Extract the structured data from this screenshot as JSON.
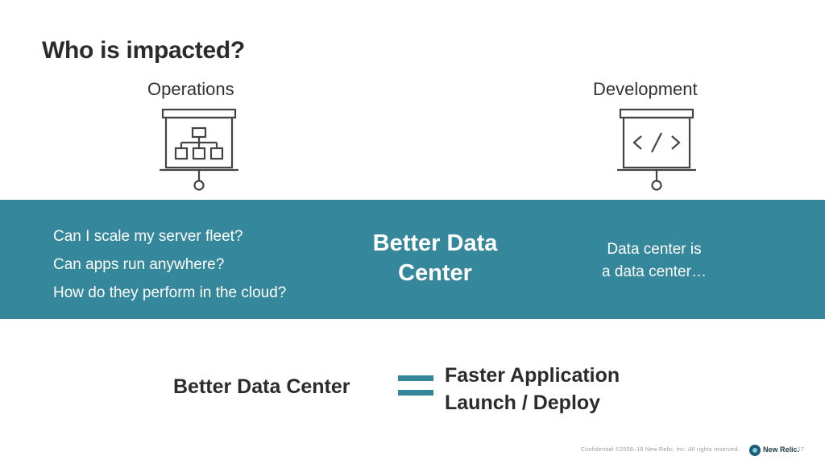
{
  "slide": {
    "title": "Who is impacted?"
  },
  "columns": {
    "operations": {
      "label": "Operations",
      "icon": "org-chart-presentation-board-icon"
    },
    "development": {
      "label": "Development",
      "icon": "code-presentation-board-icon"
    }
  },
  "band": {
    "color": "#35879b",
    "questions": [
      "Can I scale my server fleet?",
      "Can apps run anywhere?",
      "How do they perform in the cloud?"
    ],
    "center_line1": "Better Data",
    "center_line2": "Center",
    "right_line1": "Data center is",
    "right_line2": "a data center…"
  },
  "equation": {
    "left": "Better Data Center",
    "right_line1": "Faster Application",
    "right_line2": "Launch / Deploy"
  },
  "footer": {
    "confidential": "Confidential  ©2008–18 New Relic, Inc. All rights reserved.",
    "logo_text": "New Relic.",
    "page_number": "17"
  }
}
